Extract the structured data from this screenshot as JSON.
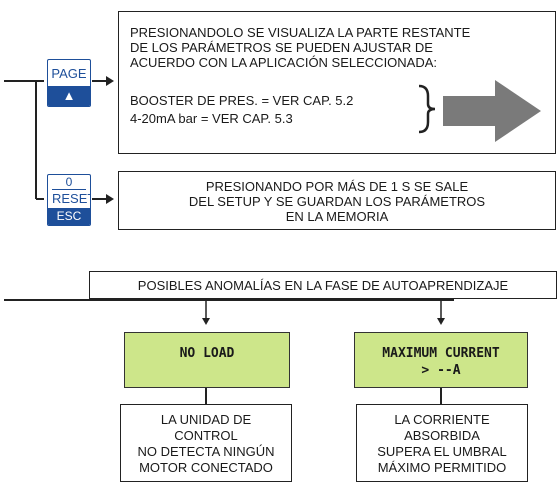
{
  "setup": {
    "page_key": {
      "label": "PAGE",
      "arrow": "▲"
    },
    "page_info": {
      "line1": "PRESIONANDOLO SE VISUALIZA LA PARTE RESTANTE",
      "line2": "DE LOS PARÁMETROS SE PUEDEN AJUSTAR DE",
      "line3": "ACUERDO CON LA APLICACIÓN SELECCIONADA:",
      "ref1": "BOOSTER DE PRES. = VER CAP. 5.2",
      "ref2": "4-20mA bar = VER CAP. 5.3"
    },
    "reset_key": {
      "top": "0",
      "middle": "RESET",
      "bottom": "ESC"
    },
    "reset_info": {
      "line1": "PRESIONANDO POR MÁS DE 1 S SE SALE",
      "line2": "DEL SETUP Y SE GUARDAN LOS PARÁMETROS",
      "line3": "EN LA MEMORIA"
    }
  },
  "anomalies": {
    "title": "POSIBLES ANOMALÍAS EN LA FASE DE AUTOAPRENDIZAJE",
    "items": [
      {
        "display_line1": "NO LOAD",
        "display_line2": "",
        "desc1": "LA UNIDAD DE",
        "desc2": "CONTROL",
        "desc3": "NO DETECTA NINGÚN",
        "desc4": "MOTOR CONECTADO"
      },
      {
        "display_line1": "MAXIMUM CURRENT",
        "display_line2": "> --A",
        "desc1": "LA CORRIENTE",
        "desc2": "ABSORBIDA",
        "desc3": "SUPERA EL UMBRAL",
        "desc4": "MÁXIMO PERMITIDO"
      }
    ]
  },
  "colors": {
    "key_blue": "#1e4f9a",
    "lcd_green": "#cde68a",
    "big_arrow": "#7a7a7a"
  }
}
